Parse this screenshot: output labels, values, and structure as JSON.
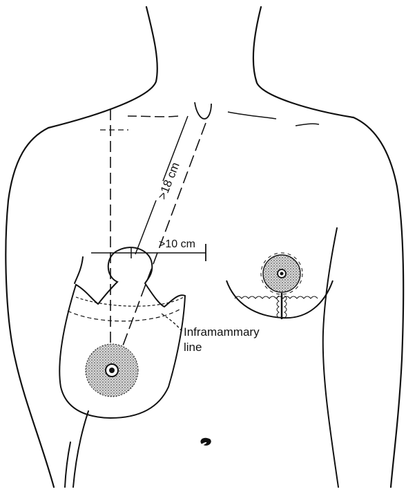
{
  "figure": {
    "measure_nipple_to_notch": ">18 cm",
    "measure_nipple_to_midline": ">10 cm",
    "label_line1": "Inframammary",
    "label_line2": "line"
  },
  "colors": {
    "ink": "#111111",
    "paper": "#ffffff"
  }
}
